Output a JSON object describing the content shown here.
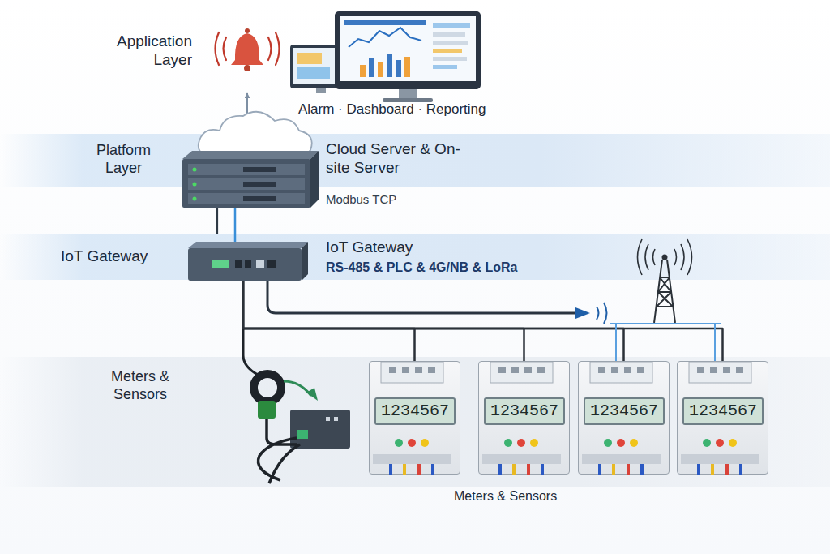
{
  "diagram": {
    "nodes": [
      {
        "text": [
          "Application Layer",
          "Alarm · Dashboard · Reporting"
        ]
      },
      {
        "text": [
          "Platform Layer",
          "Cloud Server & On-site Server",
          "Modbus TCP"
        ]
      },
      {
        "text": [
          "IoT Gateway",
          "IoT Gateway",
          "RS-485 & PLC & 4G/NB & LoRa"
        ]
      },
      {
        "text": [
          "Meters & Sensors",
          "Meters & Sensors"
        ]
      },
      {
        "text": [
          "1234567"
        ],
        "in": 3
      },
      {
        "text": [
          "1234567"
        ],
        "in": 3
      },
      {
        "text": [
          "1234567"
        ],
        "in": 3
      },
      {
        "text": [
          "1234567"
        ],
        "in": 3
      }
    ],
    "edges": [
      {
        "from": 1,
        "to": 0,
        "arrow": "to"
      },
      {
        "from": 1,
        "to": 2,
        "arrow": "none"
      },
      {
        "from": 2,
        "to": 4,
        "arrow": "none"
      },
      {
        "from": 2,
        "to": 5,
        "arrow": "none"
      },
      {
        "from": 2,
        "to": 6,
        "arrow": "none"
      },
      {
        "from": 2,
        "to": 7,
        "arrow": "none"
      }
    ]
  }
}
